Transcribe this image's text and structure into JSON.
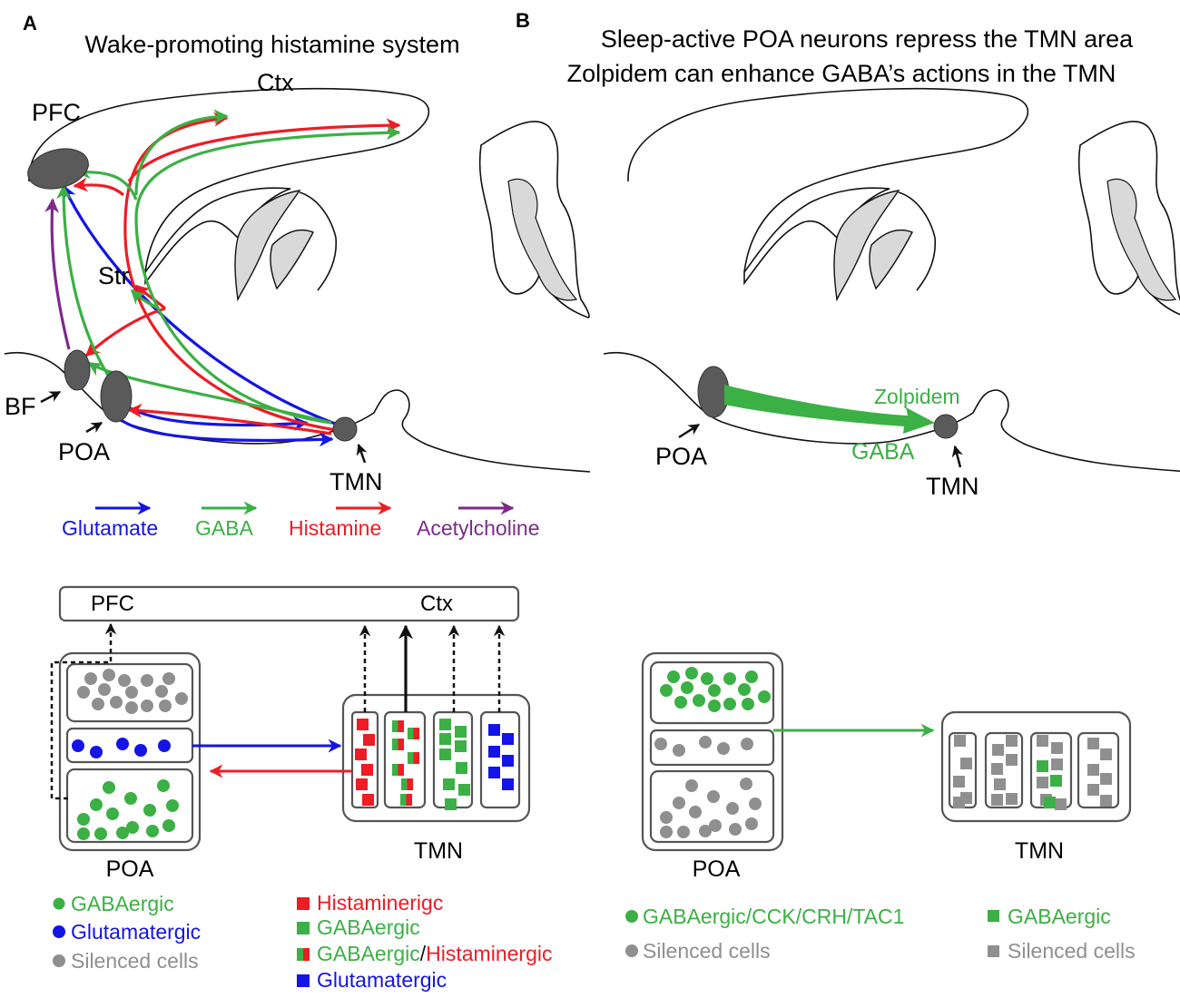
{
  "colors": {
    "glutamate": "#1414e6",
    "gaba": "#3bb044",
    "histamine": "#ee1c24",
    "acetylcholine": "#7d2a8c",
    "silenced": "#8f8f8f",
    "nucleus": "#5a5a5a"
  },
  "panel_a": {
    "letter": "A",
    "title": "Wake-promoting histamine system",
    "regions": {
      "ctx": "Ctx",
      "pfc": "PFC",
      "str": "Str",
      "bf": "BF",
      "poa": "POA",
      "tmn": "TMN"
    },
    "arrow_legend": [
      "Glutamate",
      "GABA",
      "Histamine",
      "Acetylcholine"
    ],
    "schematic": {
      "top_box": {
        "left": "PFC",
        "right": "Ctx"
      },
      "poa_label": "POA",
      "tmn_label": "TMN",
      "poa_legend": [
        "GABAergic",
        "Glutamatergic",
        "Silenced cells"
      ],
      "tmn_legend": {
        "histaminergic": "Histaminerigc",
        "gabaergic": "GABAergic",
        "mixed_gaba": "GABAergic",
        "mixed_sep": "/",
        "mixed_hist": "Histaminergic",
        "glutamatergic": "Glutamatergic"
      }
    }
  },
  "panel_b": {
    "letter": "B",
    "title_line1": "Sleep-active POA neurons repress the TMN area",
    "title_line2": "Zolpidem can enhance GABA’s actions in the TMN",
    "regions": {
      "poa": "POA",
      "tmn": "TMN"
    },
    "drug_label": "Zolpidem",
    "arrow_label": "GABA",
    "schematic": {
      "poa_label": "POA",
      "tmn_label": "TMN",
      "poa_legend": [
        "GABAergic/CCK/CRH/TAC1",
        "Silenced cells"
      ],
      "tmn_legend": [
        "GABAergic",
        "Silenced cells"
      ]
    }
  }
}
